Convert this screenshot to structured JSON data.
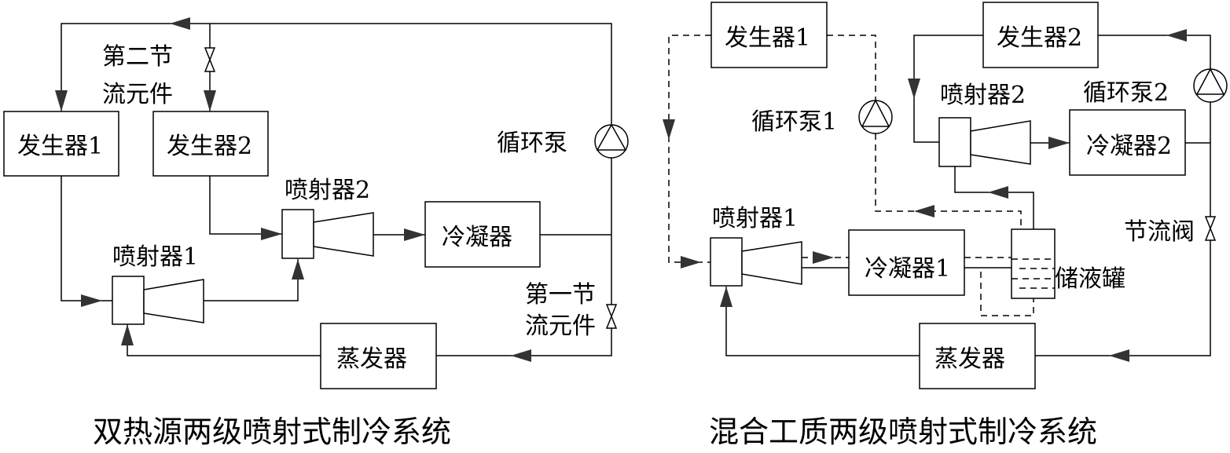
{
  "left": {
    "caption": "双热源两级喷射式制冷系统",
    "generator1": "发生器1",
    "generator2": "发生器2",
    "ejector1": "喷射器1",
    "ejector2": "喷射器2",
    "condenser": "冷凝器",
    "evaporator": "蒸发器",
    "pump": "循环泵",
    "throttle2_line1": "第二节",
    "throttle2_line2": "流元件",
    "throttle1_line1": "第一节",
    "throttle1_line2": "流元件"
  },
  "right": {
    "caption": "混合工质两级喷射式制冷系统",
    "generator1": "发生器1",
    "generator2": "发生器2",
    "ejector1": "喷射器1",
    "ejector2": "喷射器2",
    "condenser1": "冷凝器1",
    "condenser2": "冷凝器2",
    "evaporator": "蒸发器",
    "pump1": "循环泵1",
    "pump2": "循环泵2",
    "throttle_valve": "节流阀",
    "receiver": "储液罐"
  },
  "colors": {
    "line": "#000000",
    "arrow": "#333333"
  }
}
